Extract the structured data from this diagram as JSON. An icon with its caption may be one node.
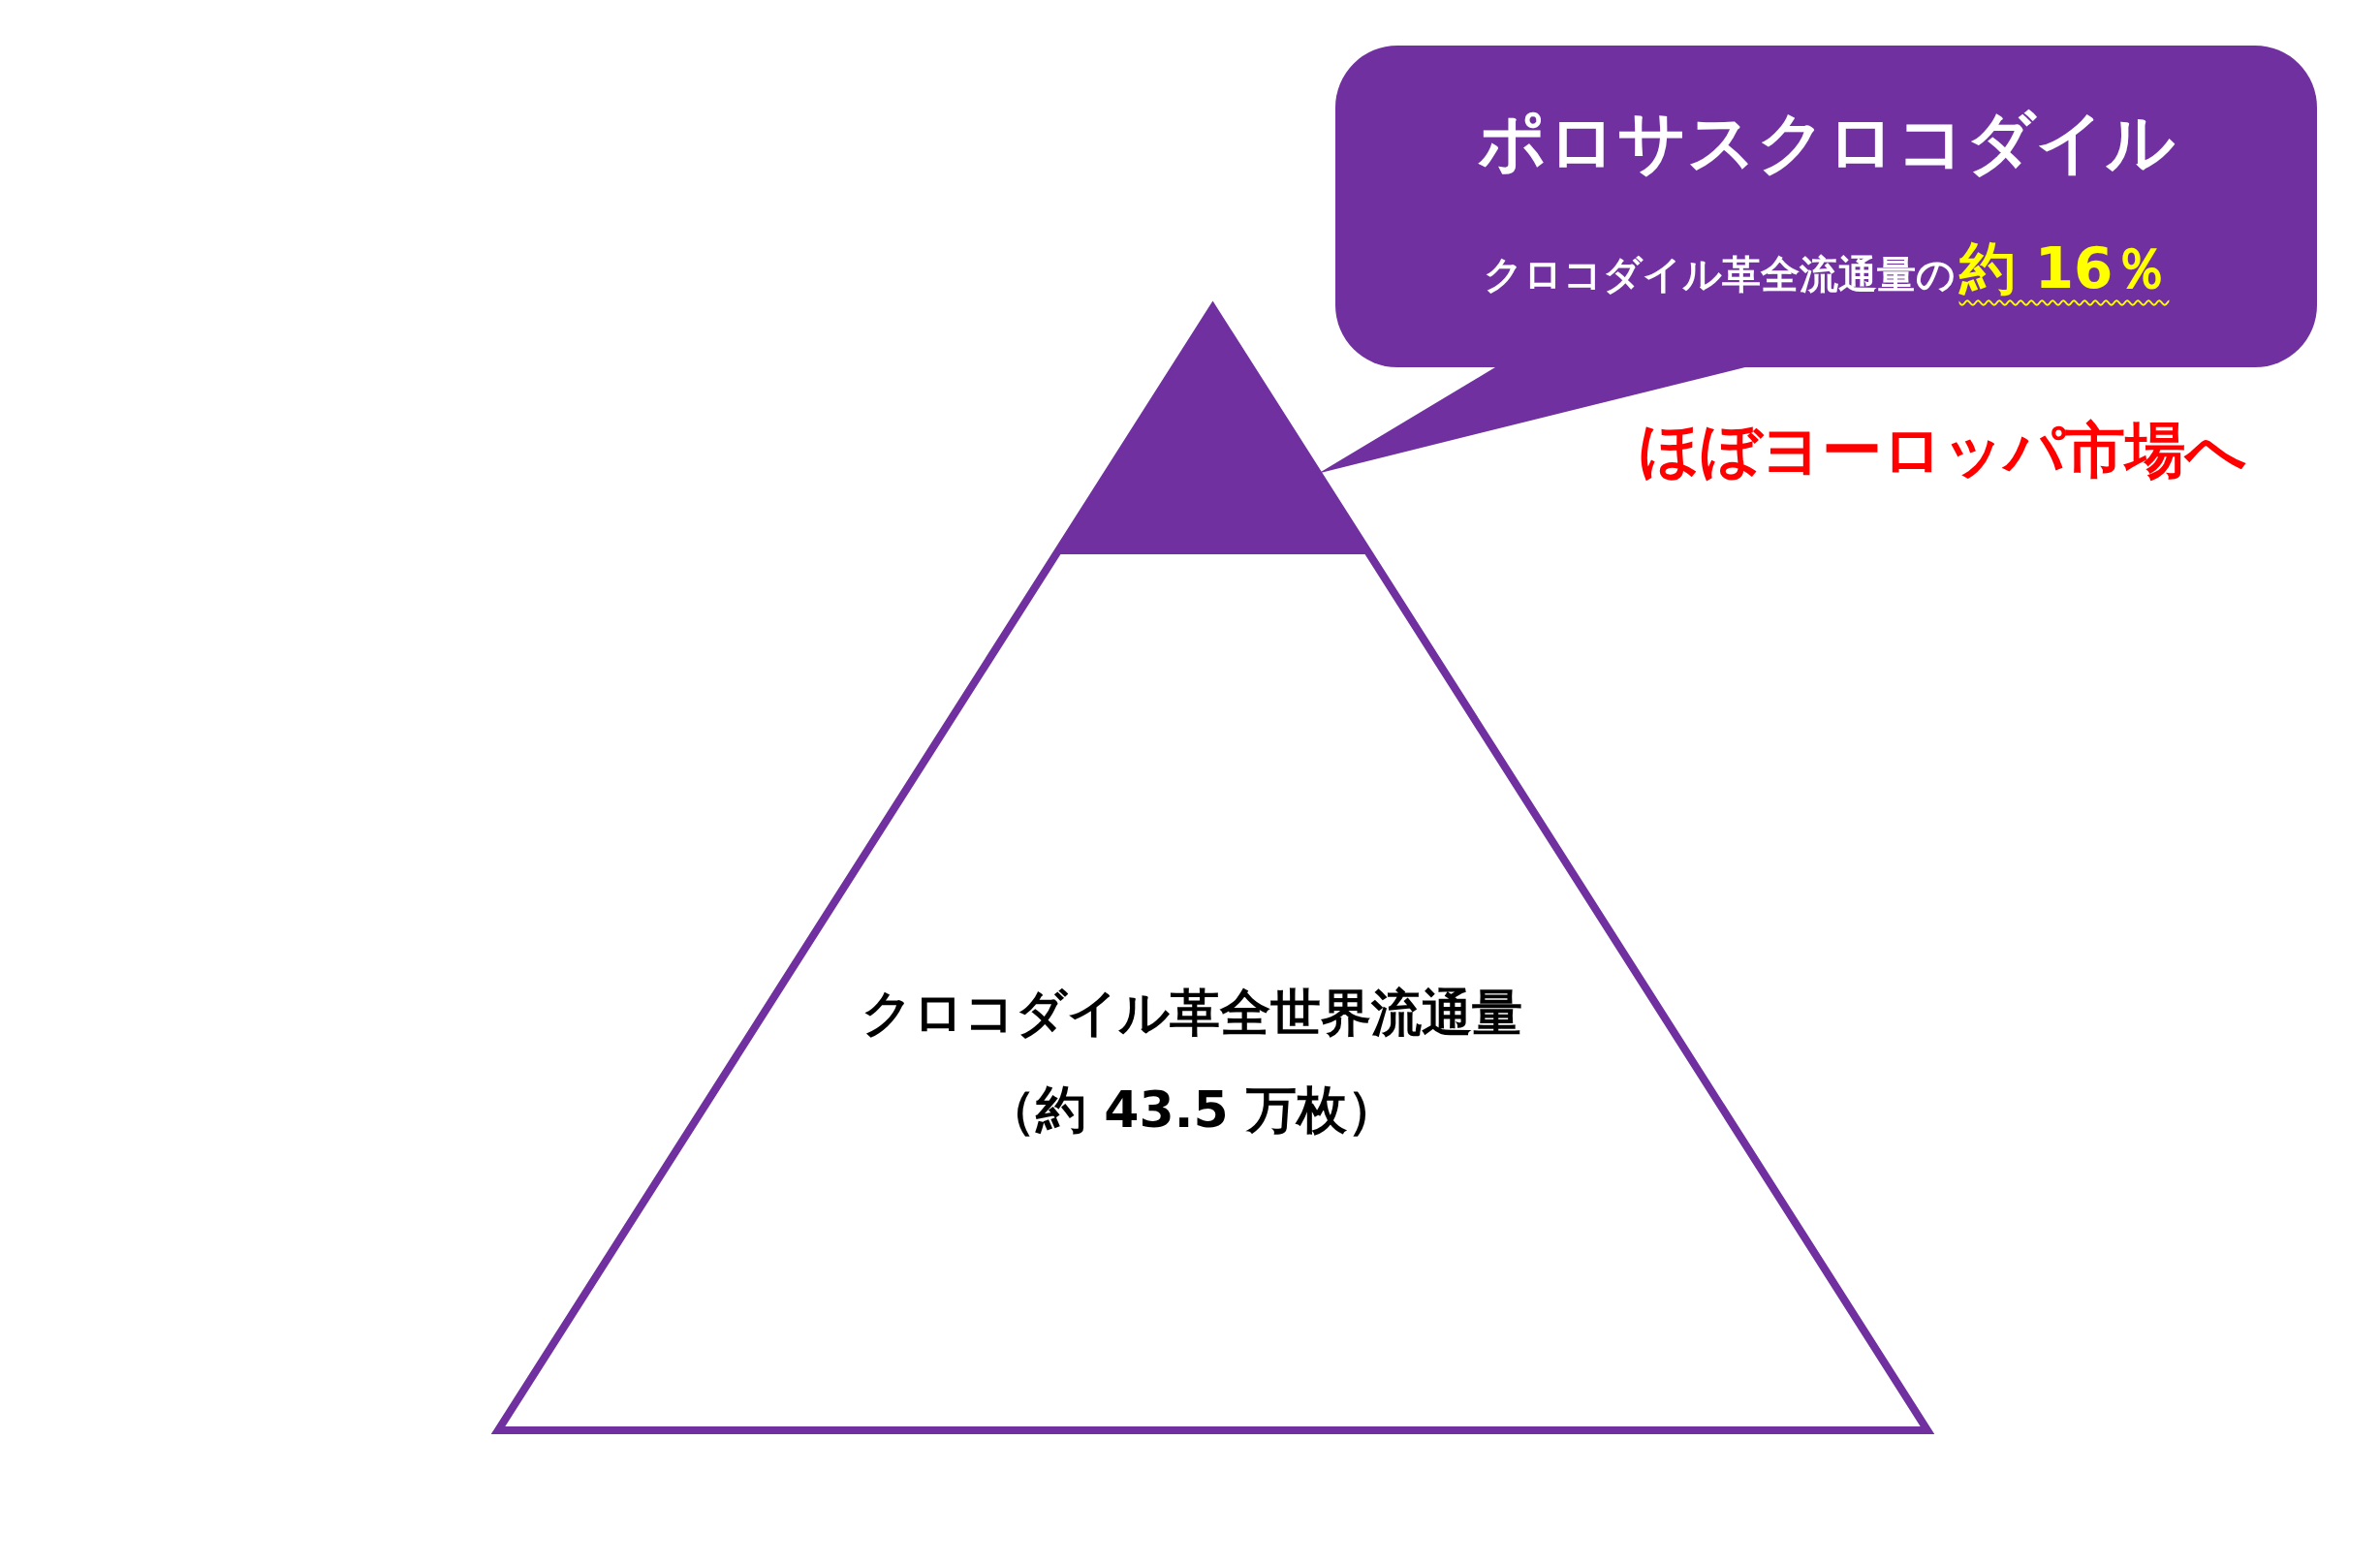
{
  "diagram": {
    "nodes": [
      {
        "text": [
          "クロコダイル革全世界流通量",
          "（約 43.5 万枚）"
        ]
      },
      {
        "text": [],
        "shape": "triangle",
        "in": 0
      },
      {
        "text": [
          "ポロサスクロコダイル",
          "クロコダイル革全流通量の",
          "約 16％"
        ],
        "beside": [
          "ほぼヨーロッパ市場へ"
        ]
      }
    ],
    "edges": [
      {
        "from": 2,
        "to": 1,
        "arrow": "none"
      }
    ]
  }
}
